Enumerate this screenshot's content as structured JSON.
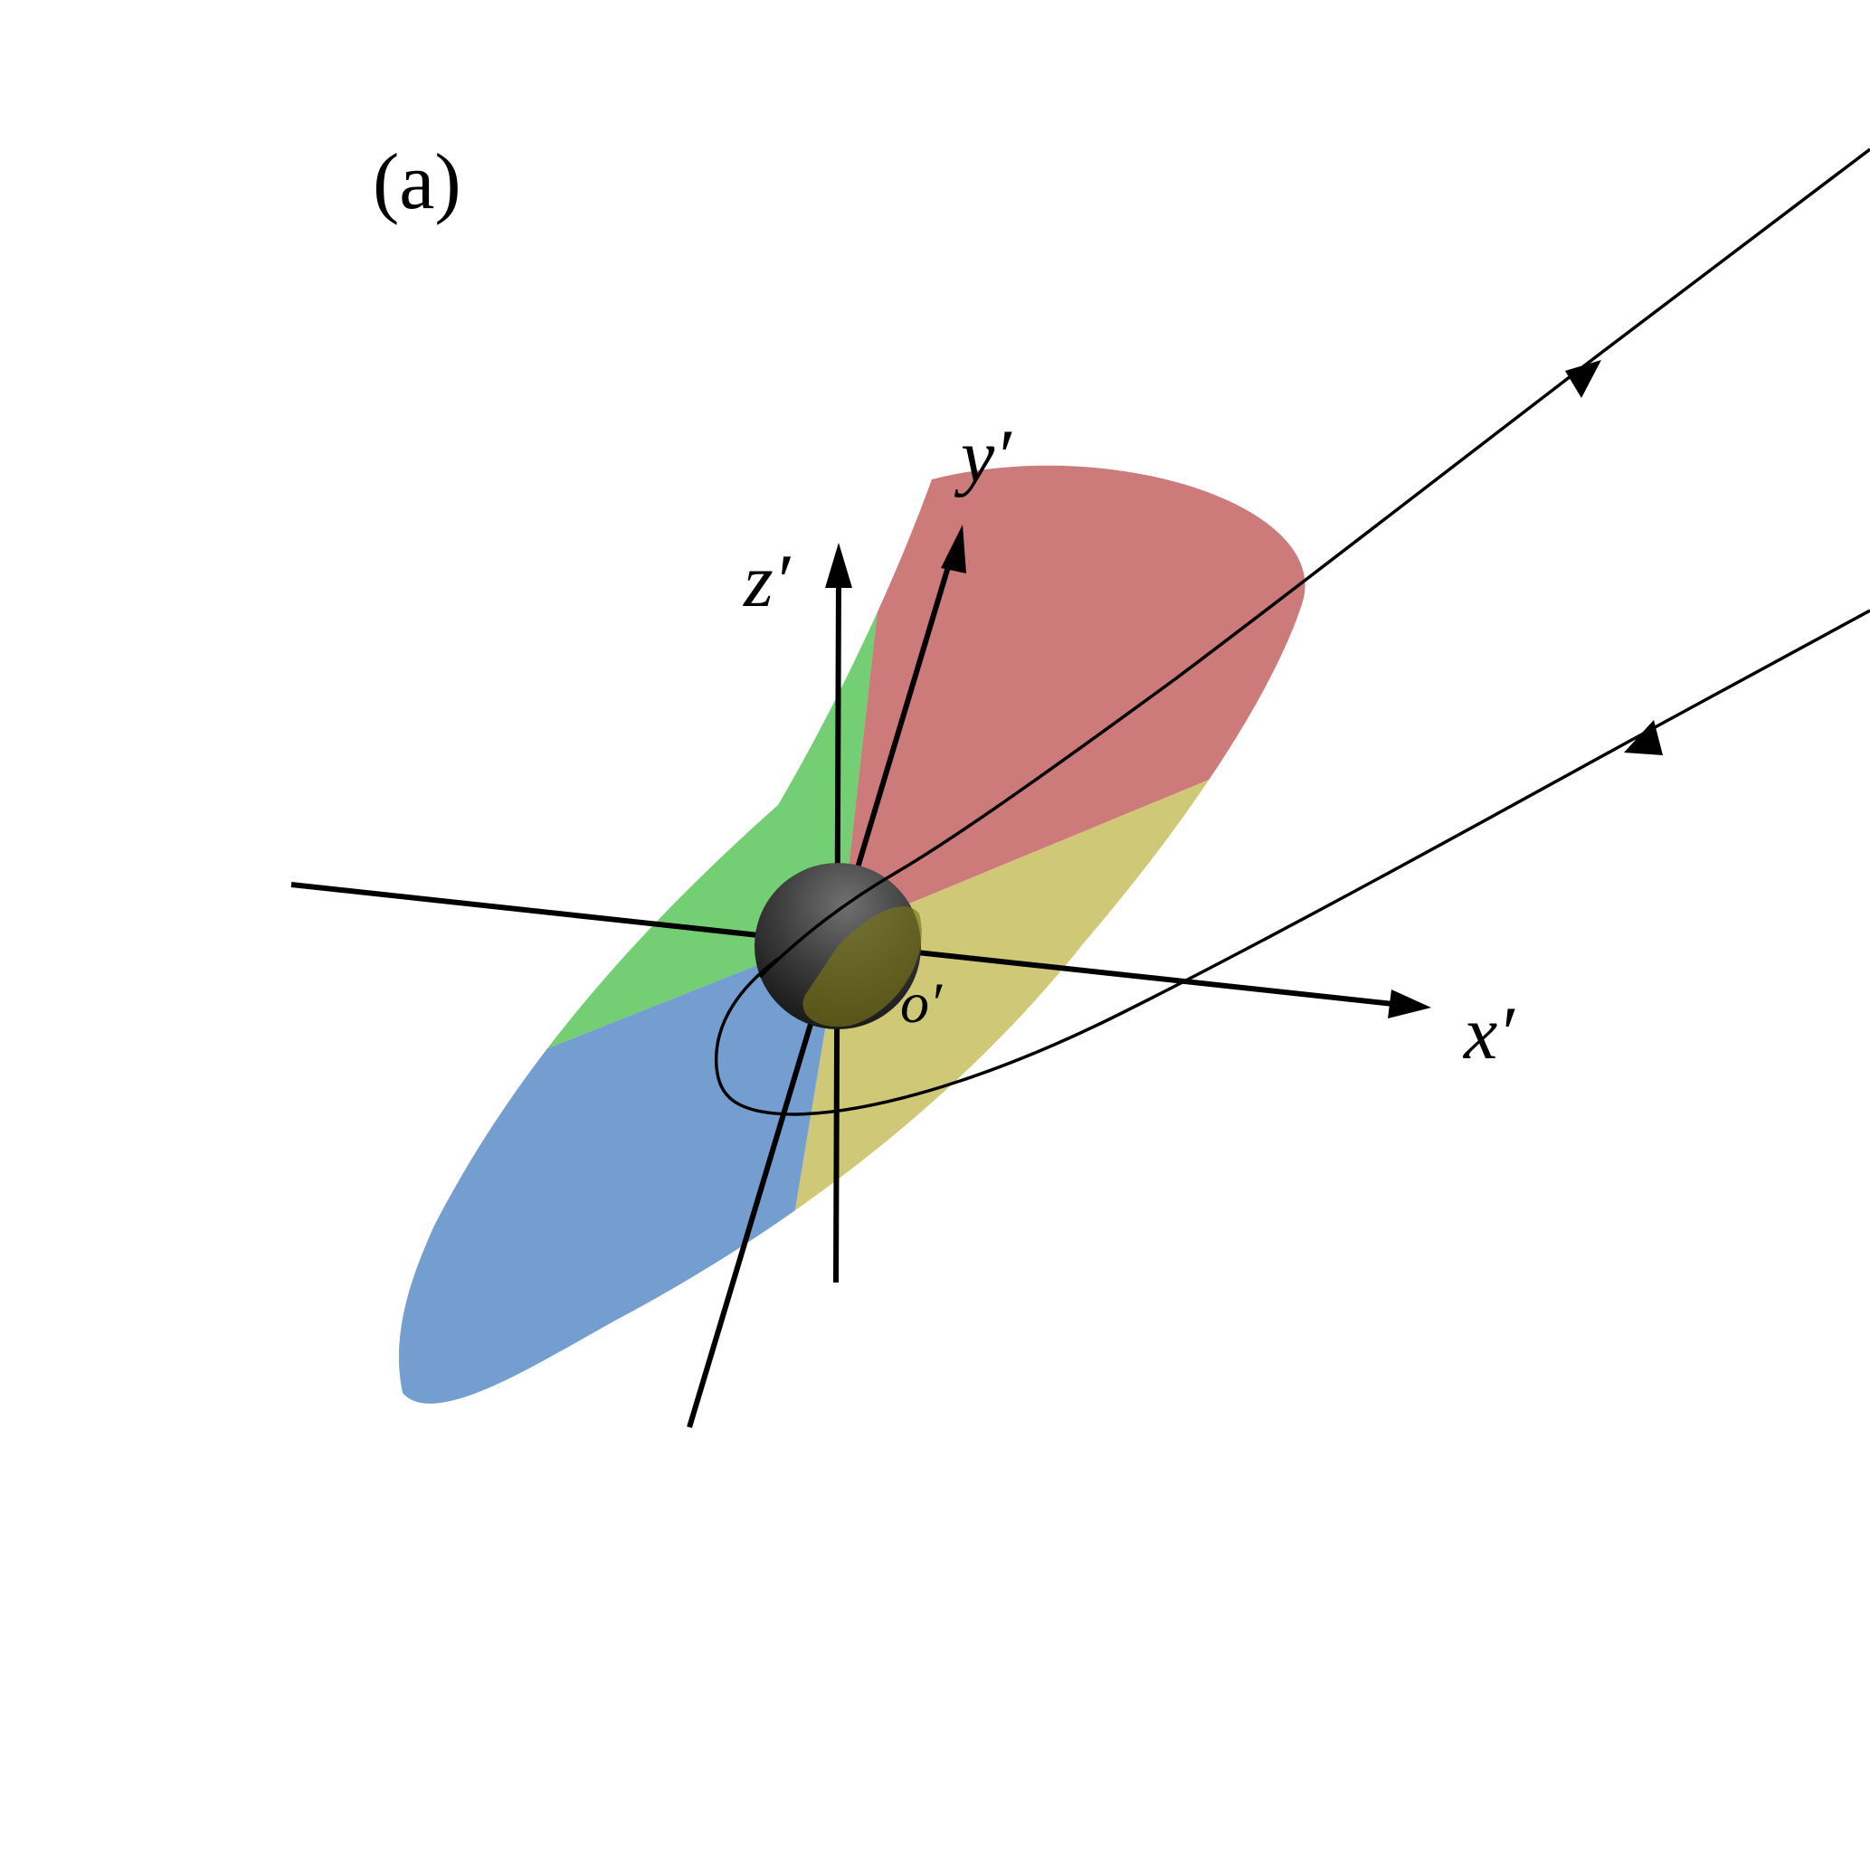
{
  "panel_label": "(a)",
  "axes": {
    "x_label": "x′",
    "y_label": "y′",
    "z_label": "z′",
    "origin_label": "o′"
  },
  "colors": {
    "quadrant_red": "#cd7a7a",
    "quadrant_green": "#74ce74",
    "quadrant_blue": "#739ecf",
    "quadrant_yellow": "#cfc876",
    "sphere": "#3e3e3e",
    "line": "#000000"
  }
}
